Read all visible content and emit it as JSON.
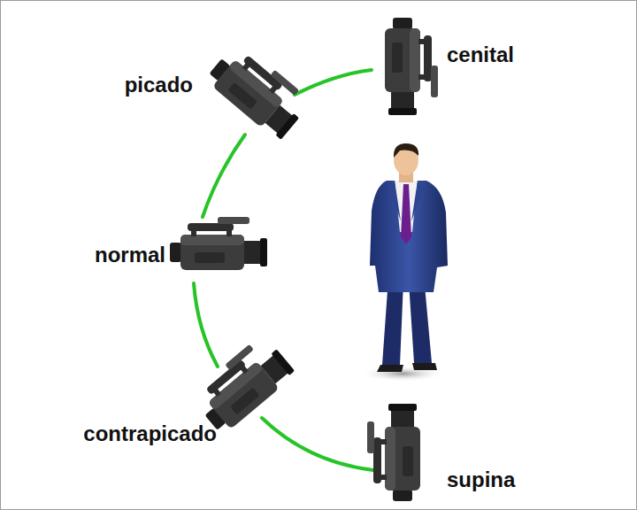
{
  "diagram": {
    "labels": [
      "cenital",
      "picado",
      "normal",
      "contrapicado",
      "supina"
    ]
  }
}
